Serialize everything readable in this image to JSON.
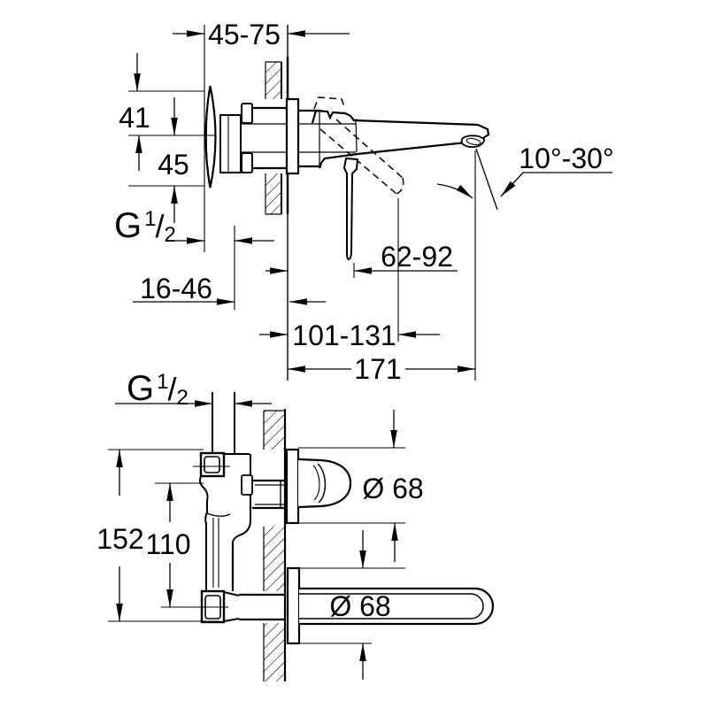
{
  "top_view": {
    "width_range": "45-75",
    "height_upper": "41",
    "height_lower": "45",
    "depth_range": "16-46",
    "lever_reach_down": "62-92",
    "lever_reach_up": "101-131",
    "spout_reach": "171",
    "angle_range": "10°-30°",
    "thread": {
      "prefix": "G",
      "numerator": "1",
      "slash": "/",
      "denominator": "2"
    }
  },
  "bottom_view": {
    "overall_height": "152",
    "port_spacing": "110",
    "rosette_diameter": "Ø 68",
    "spout_rosette_diameter": "Ø 68",
    "thread": {
      "prefix": "G",
      "numerator": "1",
      "slash": "/",
      "denominator": "2"
    }
  },
  "colors": {
    "line": "#000000",
    "background": "#ffffff"
  }
}
